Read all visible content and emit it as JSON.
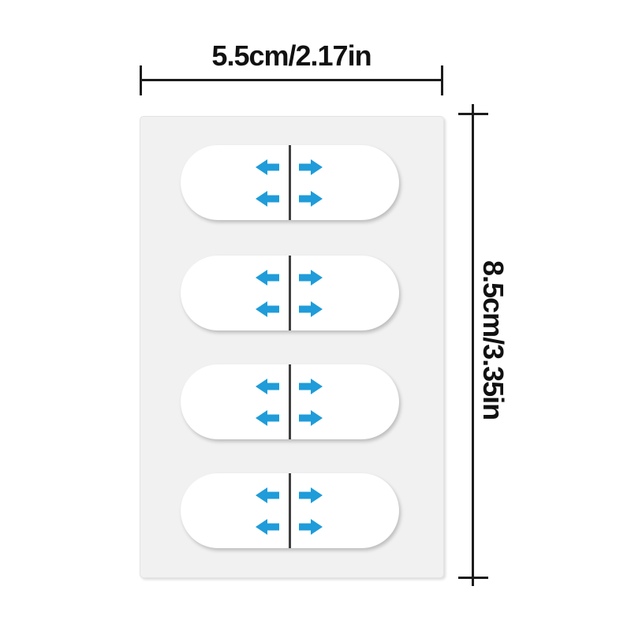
{
  "page": {
    "background": "#ffffff"
  },
  "diagram": {
    "width_dimension": {
      "label": "5.5cm/2.17in"
    },
    "height_dimension": {
      "label": "8.5cm/3.35in"
    },
    "dimension_line_color": "#1c1c1c",
    "text_color": "#111111"
  },
  "sheet": {
    "background": "#f1f1f2",
    "sticker_count": 4
  },
  "sticker": {
    "fill": "#ffffff",
    "divider_color": "#3f3f3f",
    "arrow_color": "#1f9cd9",
    "arrows_per_sticker": 4,
    "icons": [
      "arrow-left-icon",
      "arrow-right-icon"
    ]
  }
}
